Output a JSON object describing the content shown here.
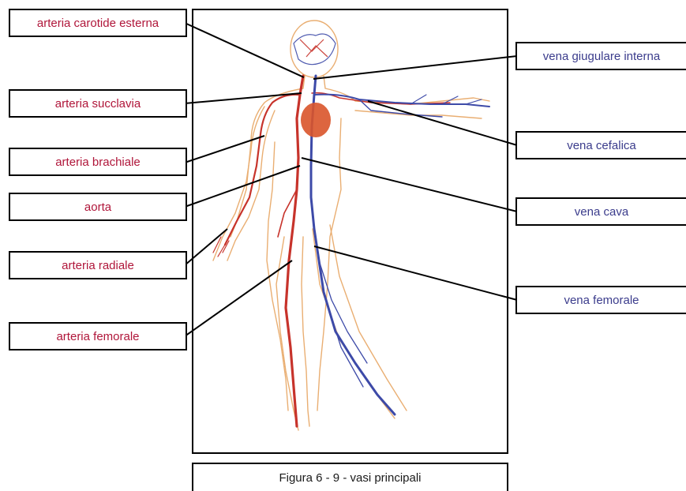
{
  "figure": {
    "caption": "Figura 6 - 9 - vasi principali"
  },
  "colors": {
    "artery_text": "#b0163a",
    "vein_text": "#3b3c8c",
    "artery_vessel": "#c7332b",
    "vein_vessel": "#3d4aa8",
    "skin_outline": "#e6a15a",
    "heart": "#d9542a"
  },
  "labels": {
    "left": [
      {
        "id": "arteria-carotide-esterna",
        "text": "arteria carotide esterna",
        "type": "artery"
      },
      {
        "id": "arteria-succlavia",
        "text": "arteria succlavia",
        "type": "artery"
      },
      {
        "id": "arteria-brachiale",
        "text": "arteria brachiale",
        "type": "artery"
      },
      {
        "id": "aorta",
        "text": "aorta",
        "type": "artery"
      },
      {
        "id": "arteria-radiale",
        "text": "arteria radiale",
        "type": "artery"
      },
      {
        "id": "arteria-femorale",
        "text": "arteria femorale",
        "type": "artery"
      }
    ],
    "right": [
      {
        "id": "vena-giugulare-interna",
        "text": "vena giugulare interna",
        "type": "vein"
      },
      {
        "id": "vena-cefalica",
        "text": "vena cefalica",
        "type": "vein"
      },
      {
        "id": "vena-cava",
        "text": "vena cava",
        "type": "vein"
      },
      {
        "id": "vena-femorale",
        "text": "vena femorale",
        "type": "vein"
      }
    ]
  }
}
